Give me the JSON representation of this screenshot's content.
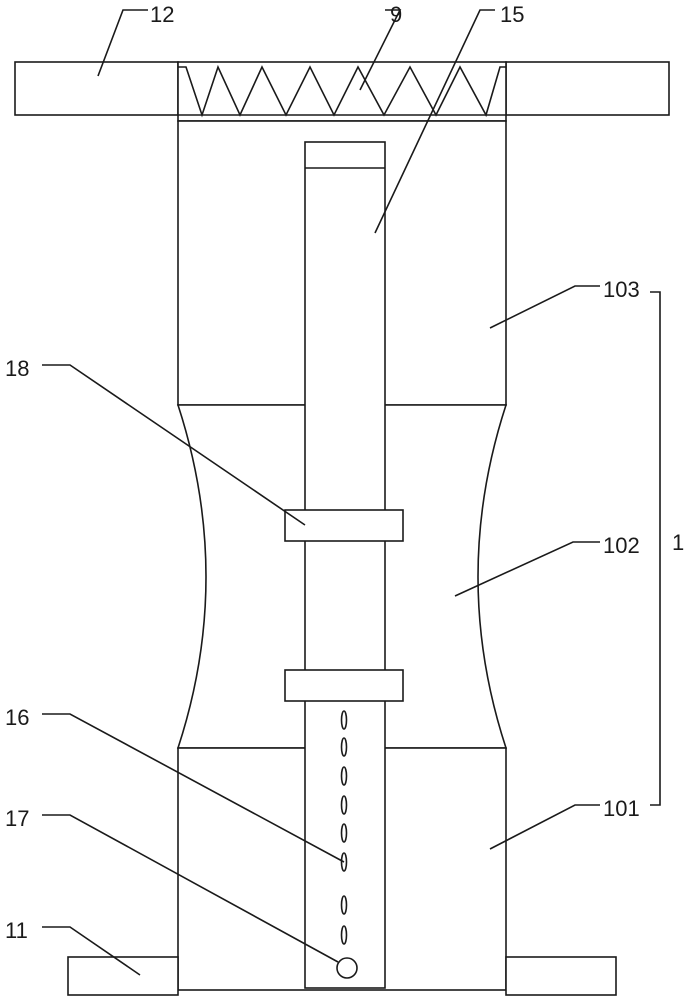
{
  "figure": {
    "labels": {
      "top_plate": "12",
      "spring": "9",
      "rod": "15",
      "upper_section": "103",
      "clamp_ring": "18",
      "middle_section": "102",
      "assembly": "1",
      "adjustment_holes": "16",
      "pin": "17",
      "lower_section": "101",
      "base_plate": "11"
    }
  }
}
